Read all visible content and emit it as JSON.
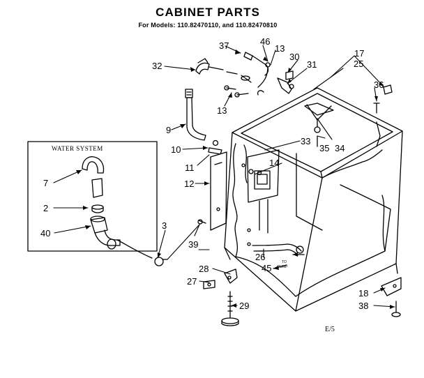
{
  "header": {
    "title": "CABINET PARTS",
    "subtitle": "For Models: 110.82470110, and 110.82470810"
  },
  "inset": {
    "title": "WATER SYSTEM"
  },
  "callouts": {
    "c2": "2",
    "c3": "3",
    "c7": "7",
    "c9": "9",
    "c10": "10",
    "c11": "11",
    "c12": "12",
    "c13a": "13",
    "c13b": "13",
    "c14": "14",
    "c17": "17",
    "c18": "18",
    "c25": "25",
    "c26": "26",
    "c27": "27",
    "c28": "28",
    "c29": "29",
    "c30": "30",
    "c31": "31",
    "c32": "32",
    "c33": "33",
    "c34": "34",
    "c35": "35",
    "c36": "36",
    "c37": "37",
    "c38": "38",
    "c39": "39",
    "c40": "40",
    "c45": "45",
    "c46": "46"
  },
  "pump_label": {
    "line1": "TO",
    "line2": "PUMP"
  },
  "page_code": "E/5"
}
